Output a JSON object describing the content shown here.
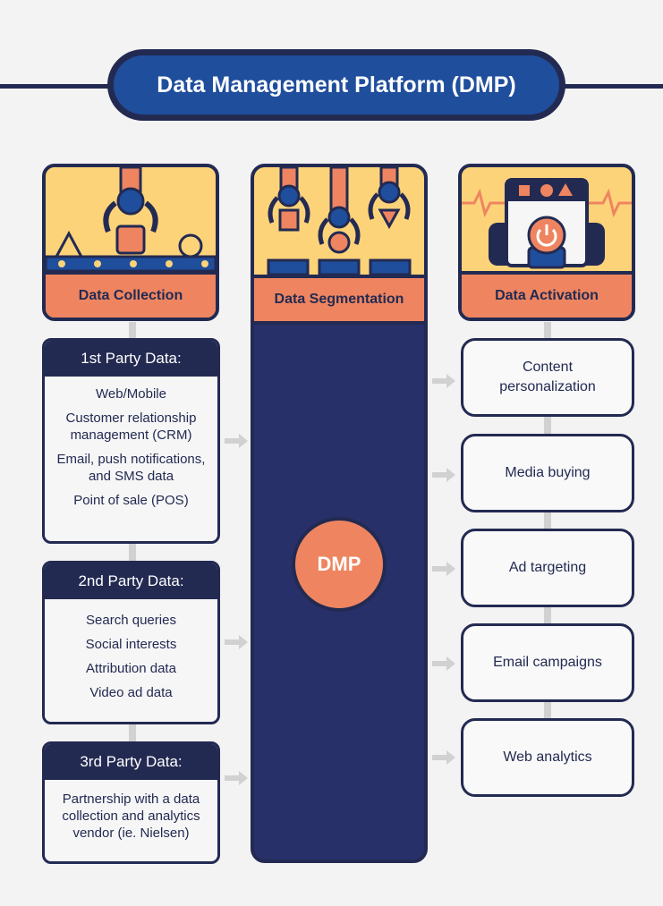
{
  "title": "Data Management Platform (DMP)",
  "columns": {
    "collection": "Data Collection",
    "segmentation": "Data Segmentation",
    "activation": "Data Activation"
  },
  "center_label": "DMP",
  "sources": [
    {
      "title": "1st Party Data:",
      "items": [
        "Web/Mobile",
        "Customer relationship management (CRM)",
        "Email, push notifications, and SMS data",
        "Point of sale (POS)"
      ]
    },
    {
      "title": "2nd Party Data:",
      "items": [
        "Search queries",
        "Social interests",
        "Attribution data",
        "Video ad data"
      ]
    },
    {
      "title": "3rd Party Data:",
      "items": [
        "Partnership with a data collection and analytics vendor (ie. Nielsen)"
      ]
    }
  ],
  "outputs": [
    "Content personalization",
    "Media buying",
    "Ad targeting",
    "Email campaigns",
    "Web analytics"
  ],
  "colors": {
    "navy": "#232a52",
    "blue": "#1f4e9c",
    "orange": "#ee8560",
    "yellow": "#fdd37a",
    "grey": "#d1d1d1"
  }
}
